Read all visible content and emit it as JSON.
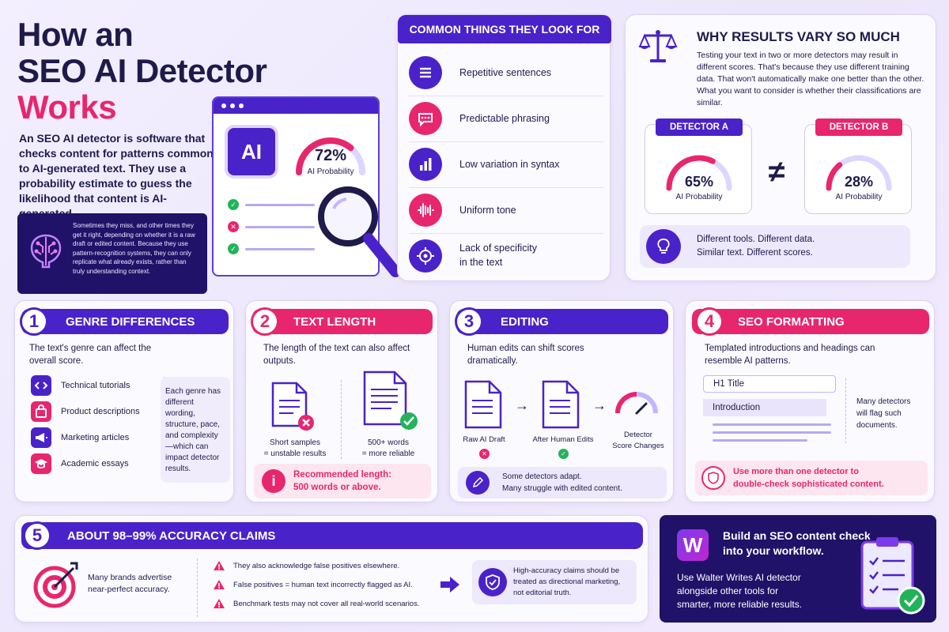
{
  "hero": {
    "title_line1": "How an",
    "title_line2": "SEO AI Detector",
    "title_line3": "Works",
    "description": "An SEO AI detector is software that checks content for patterns common to AI-generated text. They use a probability estimate to guess the likelihood that content is AI-generated.",
    "note": "Sometimes they miss, and other times they get it right, depending on whether it is a raw draft or edited content. Because they use pattern-recognition systems, they can only replicate what already exists, rather than truly understanding context.",
    "ai_chip": "AI",
    "gauge_value": "72%",
    "gauge_label": "AI Probability",
    "gauge_fraction": 0.72
  },
  "look_for": {
    "title": "COMMON THINGS THEY LOOK FOR",
    "items": [
      {
        "label": "Repetitive sentences",
        "icon": "list-icon",
        "color": "#4a22c9"
      },
      {
        "label": "Predictable phrasing",
        "icon": "chat-bubble-icon",
        "color": "#e8266d"
      },
      {
        "label": "Low variation in syntax",
        "icon": "bar-chart-icon",
        "color": "#4a22c9"
      },
      {
        "label": "Uniform tone",
        "icon": "sound-wave-icon",
        "color": "#e8266d"
      },
      {
        "label": "Lack of specificity",
        "label2": "in the text",
        "icon": "target-icon",
        "color": "#4a22c9"
      }
    ]
  },
  "vary": {
    "title": "WHY RESULTS VARY SO MUCH",
    "body": "Testing your text in two or more detectors may result in different scores. That's because they use different training data. That won't automatically make one better than the other. What you want to consider is whether their classifications are similar.",
    "detector_a": {
      "label": "DETECTOR A",
      "value": "65%",
      "sub": "AI Probability",
      "fraction": 0.65
    },
    "detector_b": {
      "label": "DETECTOR B",
      "value": "28%",
      "sub": "AI Probability",
      "fraction": 0.28
    },
    "neq": "≠",
    "tip_line1": "Different tools. Different data.",
    "tip_line2": "Similar text. Different scores."
  },
  "genre": {
    "num": "1",
    "title": "GENRE DIFFERENCES",
    "desc": "The text's genre can affect the overall score.",
    "items": [
      "Technical tutorials",
      "Product descriptions",
      "Marketing articles",
      "Academic essays"
    ],
    "note": "Each genre has different wording, structure, pace, and complexity—which can impact detector results."
  },
  "length": {
    "num": "2",
    "title": "TEXT LENGTH",
    "desc": "The length of the text can also affect outputs.",
    "short_label": "Short samples",
    "short_sub": "= unstable results",
    "long_label": "500+ words",
    "long_sub": "= more reliable",
    "rec_line1": "Recommended length:",
    "rec_line2": "500 words or above.",
    "info_glyph": "i"
  },
  "editing": {
    "num": "3",
    "title": "EDITING",
    "desc": "Human edits can shift scores dramatically.",
    "step1": "Raw AI Draft",
    "step2": "After Human Edits",
    "step3_line1": "Detector",
    "step3_line2": "Score Changes",
    "note_line1": "Some detectors adapt.",
    "note_line2": "Many struggle with edited content."
  },
  "seo": {
    "num": "4",
    "title": "SEO FORMATTING",
    "desc": "Templated introductions and headings can resemble AI patterns.",
    "h1": "H1 Title",
    "intro": "Introduction",
    "side_note": "Many detectors will flag such documents.",
    "tip_line1": "Use more than one detector to",
    "tip_line2": "double-check sophisticated content."
  },
  "accuracy": {
    "num": "5",
    "title": "ABOUT 98–99% ACCURACY CLAIMS",
    "brand_line1": "Many brands advertise",
    "brand_line2": "near-perfect accuracy.",
    "warnings": [
      "They also acknowledge false positives elsewhere.",
      "False positives = human text incorrectly flagged as AI.",
      "Benchmark tests may not cover all real-world scenarios."
    ],
    "result_line1": "High-accuracy claims should be",
    "result_line2": "treated as directional marketing,",
    "result_line3": "not editorial truth."
  },
  "cta": {
    "logo": "W",
    "title_line1": "Build an SEO content check",
    "title_line2": "into your workflow.",
    "body_line1": "Use Walter Writes AI detector",
    "body_line2": "alongside other tools for",
    "body_line3": "smarter, more reliable results."
  },
  "colors": {
    "primary": "#4a22c9",
    "pink": "#e8266d",
    "navy": "#1e1b4b",
    "dark_panel": "#1f1268",
    "green": "#22b35a"
  }
}
